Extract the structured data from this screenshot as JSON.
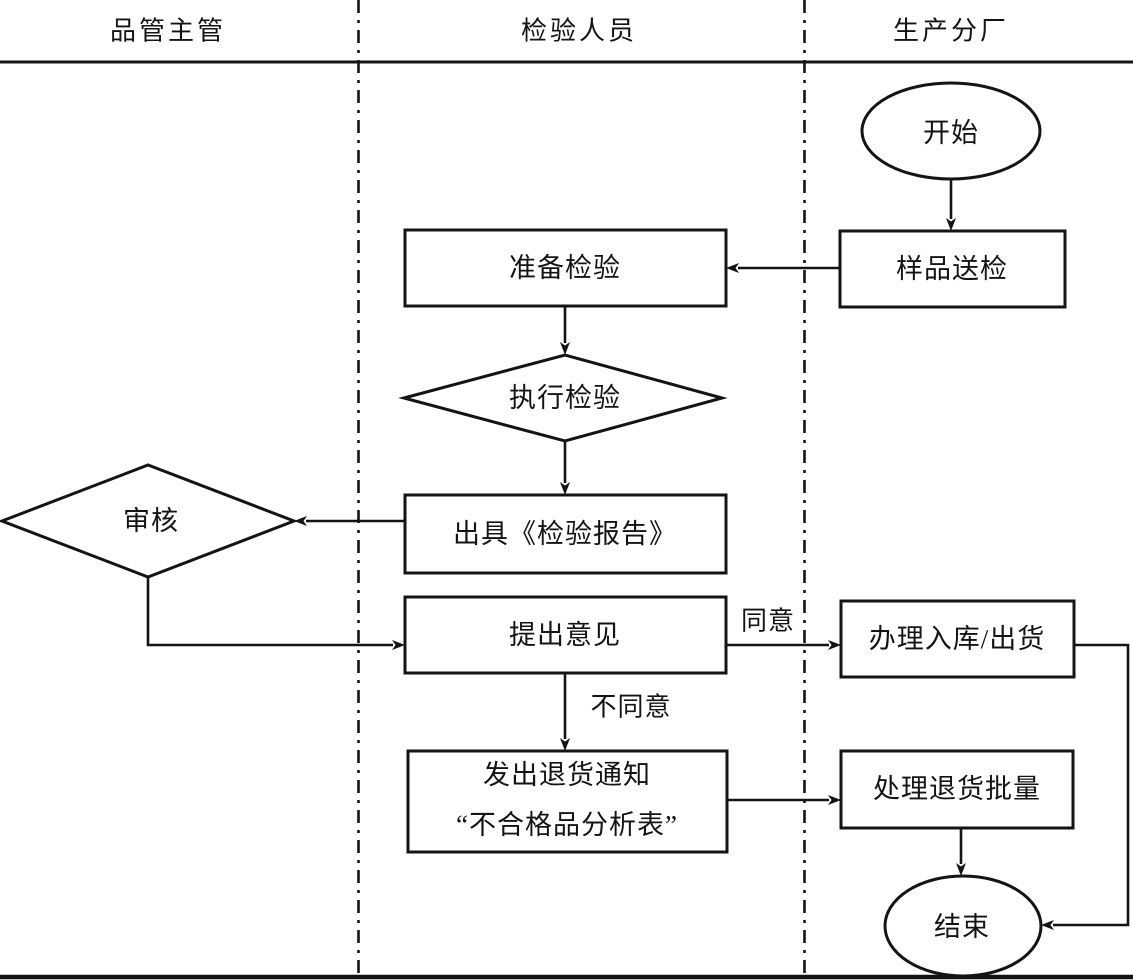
{
  "lanes": {
    "lane1": "品管主管",
    "lane2": "检验人员",
    "lane3": "生产分厂"
  },
  "nodes": {
    "start": "开始",
    "sample_submission": "样品送检",
    "prepare_inspection": "准备检验",
    "execute_inspection": "执行检验",
    "issue_inspection_report": "出具《检验报告》",
    "review": "审核",
    "propose_opinions": "提出意见",
    "handle_warehousing_shipment": "办理入库/出货",
    "return_notice_line1": "发出退货通知",
    "return_notice_line2": "“不合格品分析表”",
    "handle_return_batch": "处理退货批量",
    "end": "结束"
  },
  "edge_labels": {
    "agree": "同意",
    "disagree": "不同意"
  },
  "colors": {
    "line": "#141414",
    "background": "#ffffff"
  }
}
